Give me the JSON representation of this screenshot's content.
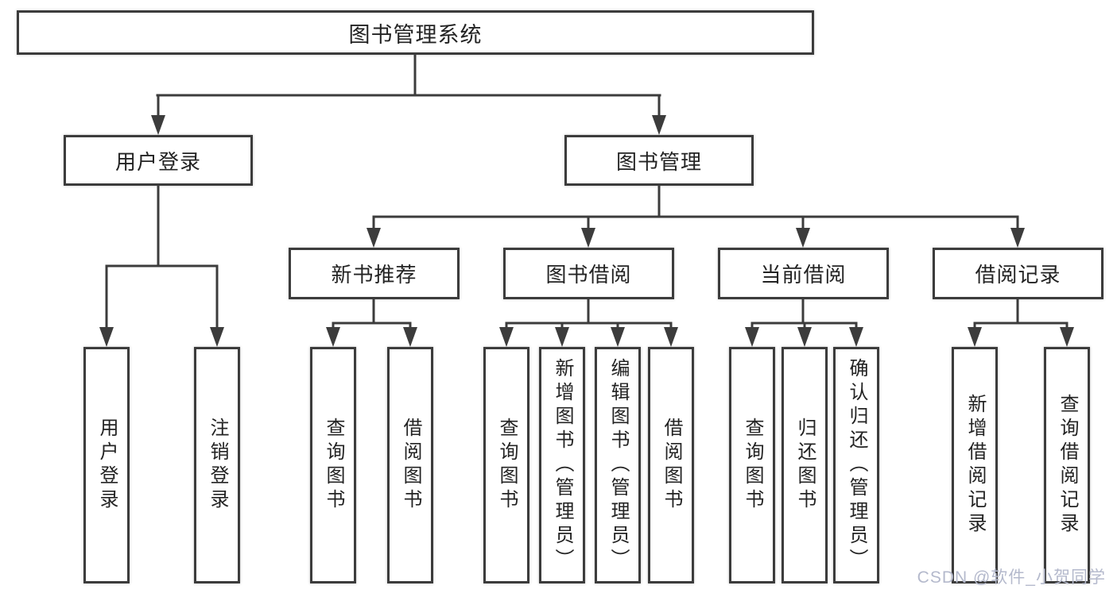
{
  "tree": {
    "root": {
      "label": "图书管理系统"
    },
    "branches": [
      {
        "label": "用户登录",
        "children": [
          {
            "label": "用户登录"
          },
          {
            "label": "注销登录"
          }
        ]
      },
      {
        "label": "图书管理",
        "children": [
          {
            "label": "新书推荐",
            "children": [
              {
                "label": "查询图书"
              },
              {
                "label": "借阅图书"
              }
            ]
          },
          {
            "label": "图书借阅",
            "children": [
              {
                "label": "查询图书"
              },
              {
                "label": "新增图书（管理员）"
              },
              {
                "label": "编辑图书（管理员）"
              },
              {
                "label": "借阅图书"
              }
            ]
          },
          {
            "label": "当前借阅",
            "children": [
              {
                "label": "查询图书"
              },
              {
                "label": "归还图书"
              },
              {
                "label": "确认归还（管理员）"
              }
            ]
          },
          {
            "label": "借阅记录",
            "children": [
              {
                "label": "新增借阅记录"
              },
              {
                "label": "查询借阅记录"
              }
            ]
          }
        ]
      }
    ]
  },
  "watermark": {
    "text": "CSDN @软件_小贺同学"
  },
  "colors": {
    "line": "#3c3c3c",
    "box_background": "#ffffff",
    "text": "#232323",
    "watermark": "#b4b9cc"
  }
}
